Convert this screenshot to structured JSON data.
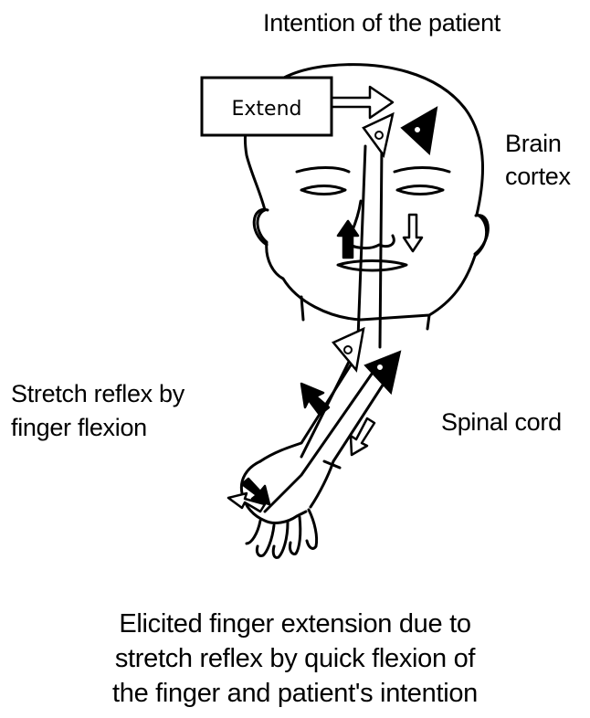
{
  "labels": {
    "intention": "Intention of the patient",
    "extend_box": "Extend",
    "brain": "Brain",
    "cortex": "cortex",
    "stretch_line1": "Stretch reflex by",
    "stretch_line2": "finger flexion",
    "spinal": "Spinal cord"
  },
  "caption": [
    "Elicited finger extension due to",
    "stretch reflex by quick flexion of",
    "the finger and patient's intention"
  ]
}
